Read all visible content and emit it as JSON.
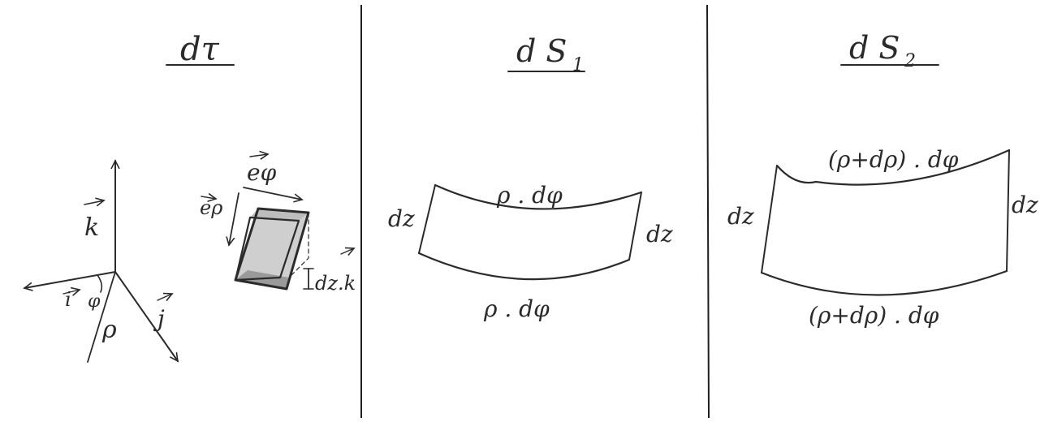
{
  "colors": {
    "paper": "#ffffff",
    "ink": "#2b2b2b",
    "shade": "#9a9a9a",
    "shade_light": "#cfcfcf"
  },
  "panels": [
    {
      "title": "dτ",
      "axes": {
        "k": "k",
        "i": "i",
        "j": "j",
        "phi": "φ",
        "rho": "ρ"
      },
      "box_labels": {
        "e_phi": "eφ",
        "e_rho": "eρ",
        "dz_k": "dz.k"
      }
    },
    {
      "title_main": "d S",
      "title_sub": "1",
      "labels": {
        "top": "ρ . dφ",
        "bottom": "ρ . dφ",
        "left": "dz",
        "right": "dz"
      }
    },
    {
      "title_main": "d S",
      "title_sub": "2",
      "labels": {
        "top": "(ρ+dρ) . dφ",
        "bottom": "(ρ+dρ) . dφ",
        "left": "dz",
        "right": "dz"
      }
    }
  ]
}
